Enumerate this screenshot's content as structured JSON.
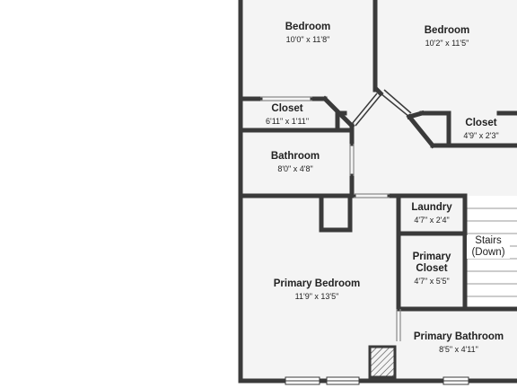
{
  "rooms": {
    "bedroom_1": {
      "name": "Bedroom",
      "dims": "10'0\" x 11'8\""
    },
    "bedroom_2": {
      "name": "Bedroom",
      "dims": "10'2\" x 11'5\""
    },
    "closet_1": {
      "name": "Closet",
      "dims": "6'11\" x 1'11\""
    },
    "closet_2": {
      "name": "Closet",
      "dims": "4'9\" x 2'3\""
    },
    "bathroom": {
      "name": "Bathroom",
      "dims": "8'0\" x 4'8\""
    },
    "laundry": {
      "name": "Laundry",
      "dims": "4'7\" x 2'4\""
    },
    "stairs": {
      "name": "Stairs (Down)"
    },
    "primary_bedroom": {
      "name": "Primary Bedroom",
      "dims": "11'9\" x 13'5\""
    },
    "primary_closet": {
      "name": "Primary Closet",
      "dims": "4'7\" x 5'5\""
    },
    "primary_bathroom": {
      "name": "Primary Bathroom",
      "dims": "8'5\" x 4'11\""
    }
  },
  "colors": {
    "wall": "#3a3a3a",
    "floor": "#f4f4f4",
    "window": "#ffffff",
    "text": "#222222"
  }
}
